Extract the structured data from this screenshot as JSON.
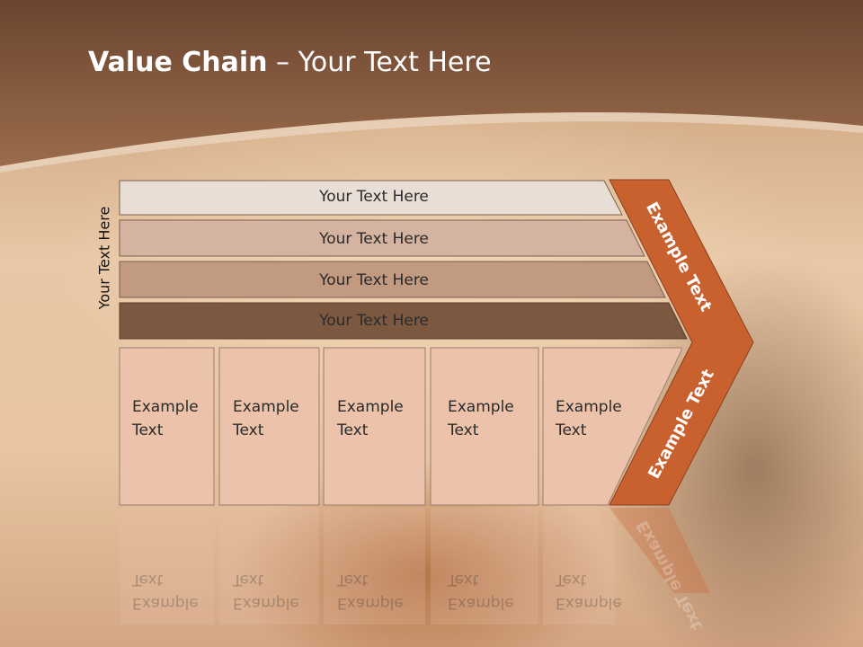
{
  "slide": {
    "title_bold": "Value Chain",
    "title_rest": " – Your Text Here",
    "side_label": "Your Text Here"
  },
  "bars": [
    {
      "label": "Your Text Here",
      "color": "#e9ded6"
    },
    {
      "label": "Your Text Here",
      "color": "#d4b4a0"
    },
    {
      "label": "Your Text Here",
      "color": "#c19a80"
    },
    {
      "label": "Your Text Here",
      "color": "#7c5840"
    }
  ],
  "boxes": [
    {
      "line1": "Example",
      "line2": "Text"
    },
    {
      "line1": "Example",
      "line2": "Text"
    },
    {
      "line1": "Example",
      "line2": "Text"
    },
    {
      "line1": "Example",
      "line2": "Text"
    },
    {
      "line1": "Example",
      "line2": "Text"
    }
  ],
  "chevron": {
    "upper_label": "Example Text",
    "lower_label": "Example Text",
    "color": "#c9612f"
  },
  "colors": {
    "header_brown": "#7a5336",
    "box_fill": "#ecc2ab"
  }
}
